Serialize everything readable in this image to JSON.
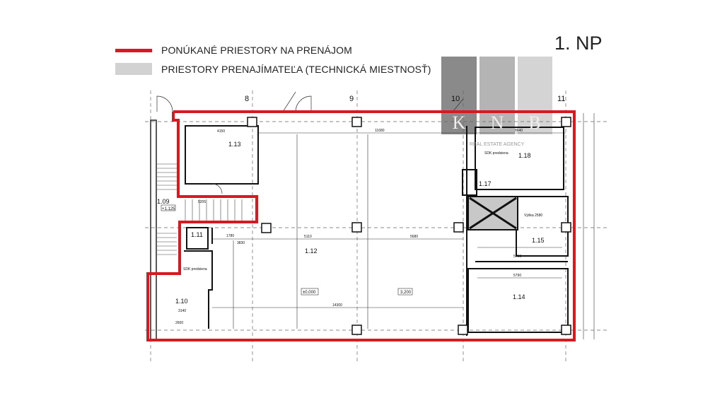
{
  "legend": {
    "offered": {
      "label": "PONÚKANÉ PRIESTORY NA PRENÁJOM",
      "color": "#d71920"
    },
    "landlord": {
      "label": "PRIESTORY PRENAJÍMATEĽA (TECHNICKÁ MIESTNOSŤ)",
      "color": "#d2d2d2"
    }
  },
  "floor_label": "1. NP",
  "logo": {
    "letters": [
      "K",
      "N",
      "B"
    ],
    "tagline": "REAL ESTATE AGENCY",
    "colors": [
      "#8a8a8a",
      "#b4b4b4",
      "#d4d4d4"
    ]
  },
  "grid_axes": [
    "8",
    "9",
    "10",
    "11"
  ],
  "rooms": [
    "1.09",
    "1.10",
    "1.11",
    "1.12",
    "1.13",
    "1.14",
    "1.15",
    "1.17",
    "1.18"
  ],
  "levels": [
    "+1.125",
    "±0,000",
    "3,200"
  ],
  "notes": [
    "SDK predsiena",
    "SDK predsiena",
    "Výška 2580"
  ],
  "dimensions": [
    "11680",
    "8640",
    "5110",
    "5680",
    "14300",
    "5790",
    "5790",
    "4150",
    "3140",
    "2600",
    "5205",
    "1780",
    "3830"
  ]
}
